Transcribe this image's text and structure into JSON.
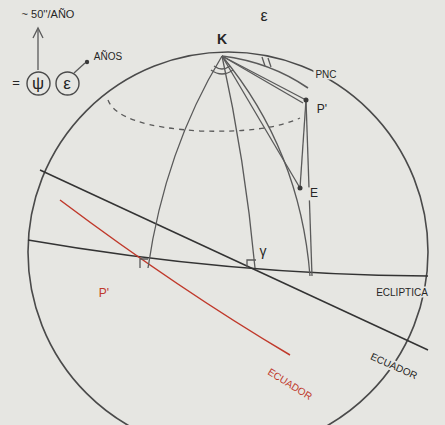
{
  "diagram": {
    "nodes": [
      {
        "text": [
          "ψ"
        ]
      },
      {
        "text": [
          "ε"
        ]
      }
    ],
    "labels": [
      "~ 50''/AÑO",
      "=",
      "AÑOS",
      "K",
      "ε",
      "PNC",
      "P'",
      "E",
      "γ",
      "ECLIPTICA",
      "ECUADOR",
      "P'",
      "ECUADOR"
    ]
  }
}
